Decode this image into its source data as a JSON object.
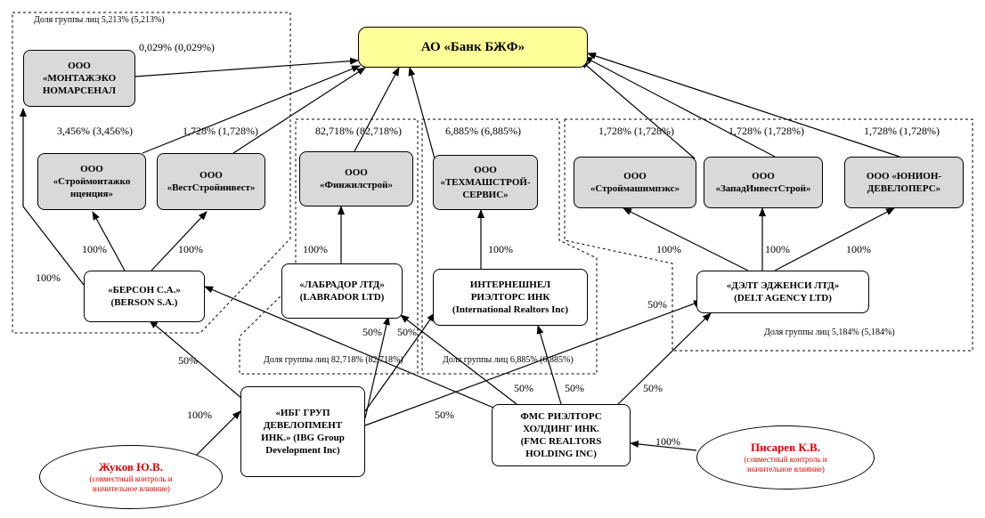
{
  "nodes": {
    "bank": "АО «Банк БЖФ»",
    "montazh": "ООО\n«МОНТАЖЭКО\nНОМАРСЕНАЛ",
    "stroymontazh": "ООО\n«Строймонтажко\nнценция»",
    "veststroy": "ООО\n«ВестСтройинвест»",
    "finzhil": "ООО\n«Финжилстрой»",
    "tehmash": "ООО\n«ТЕХМАШСТРОЙ-\nСЕРВИС»",
    "stroymash": "ООО\n«Строймашимпэкс»",
    "zapad": "ООО\n«ЗападИнвестСтрой»",
    "union": "ООО «ЮНИОН-\nДЕВЕЛОПЕРС»",
    "berson": "«БЕРСОН С.А.»\n(BERSON S.A.)",
    "labrador": "«ЛАБРАДОР ЛТД»\n(LABRADOR LTD)",
    "international": "ИНТЕРНЕШНЕЛ\nРИЭЛТОРС ИНК\n(International Realtors Inc)",
    "delt": "«ДЭЛТ ЭДЖЕНСИ ЛТД»\n(DELT AGENCY LTD)",
    "ibg": "«ИБГ ГРУП\nДЕВЕЛОПМЕНТ\nИНК.» (IBG Group\nDevelopment Inc)",
    "fmc": "ФМС РИЭЛТОРС\nХОЛДИНГ ИНК.\n(FMC REALTORS\nHOLDING INC)"
  },
  "persons": {
    "zhukov": {
      "name": "Жуков Ю.В.",
      "desc": "(совместный контроль и\nзначительное влияние)"
    },
    "pisarev": {
      "name": "Писарев К.В.",
      "desc": "(совместный контроль и\nзначительное влияние)"
    }
  },
  "groups": {
    "g1": "Доля группы лиц 5,213% (5,213%)",
    "g2": "Доля группы лиц 82,718% (82,718%)",
    "g3": "Доля группы лиц 6,885% (6,885%)",
    "g4": "Доля группы лиц 5,184% (5,184%)"
  },
  "labels": {
    "montazh_bank": "0,029% (0,029%)",
    "stroymontazh_bank": "3,456% (3,456%)",
    "veststroy_bank": "1,728% (1,728%)",
    "finzhil_bank": "82,718% (82,718%)",
    "tehmash_bank": "6,885% (6,885%)",
    "stroymash_bank": "1,728% (1,728%)",
    "zapad_bank": "1,728% (1,728%)",
    "union_bank": "1,728% (1,728%)",
    "berson_stroymontazh": "100%",
    "berson_veststroy": "100%",
    "berson_montazh": "100%",
    "labrador_finzhil": "100%",
    "international_tehmash": "100%",
    "delt_stroymash": "100%",
    "delt_zapad": "100%",
    "delt_union": "100%",
    "ibg_berson": "50%",
    "ibg_labrador": "50%",
    "fmc_labrador": "50%",
    "fmc_berson": "50%",
    "fmc_international": "50%",
    "ibg_delt": "50%",
    "fmc_delt": "50%",
    "ibg_international": "50%",
    "zhukov_ibg": "100%",
    "pisarev_fmc": "100%"
  }
}
